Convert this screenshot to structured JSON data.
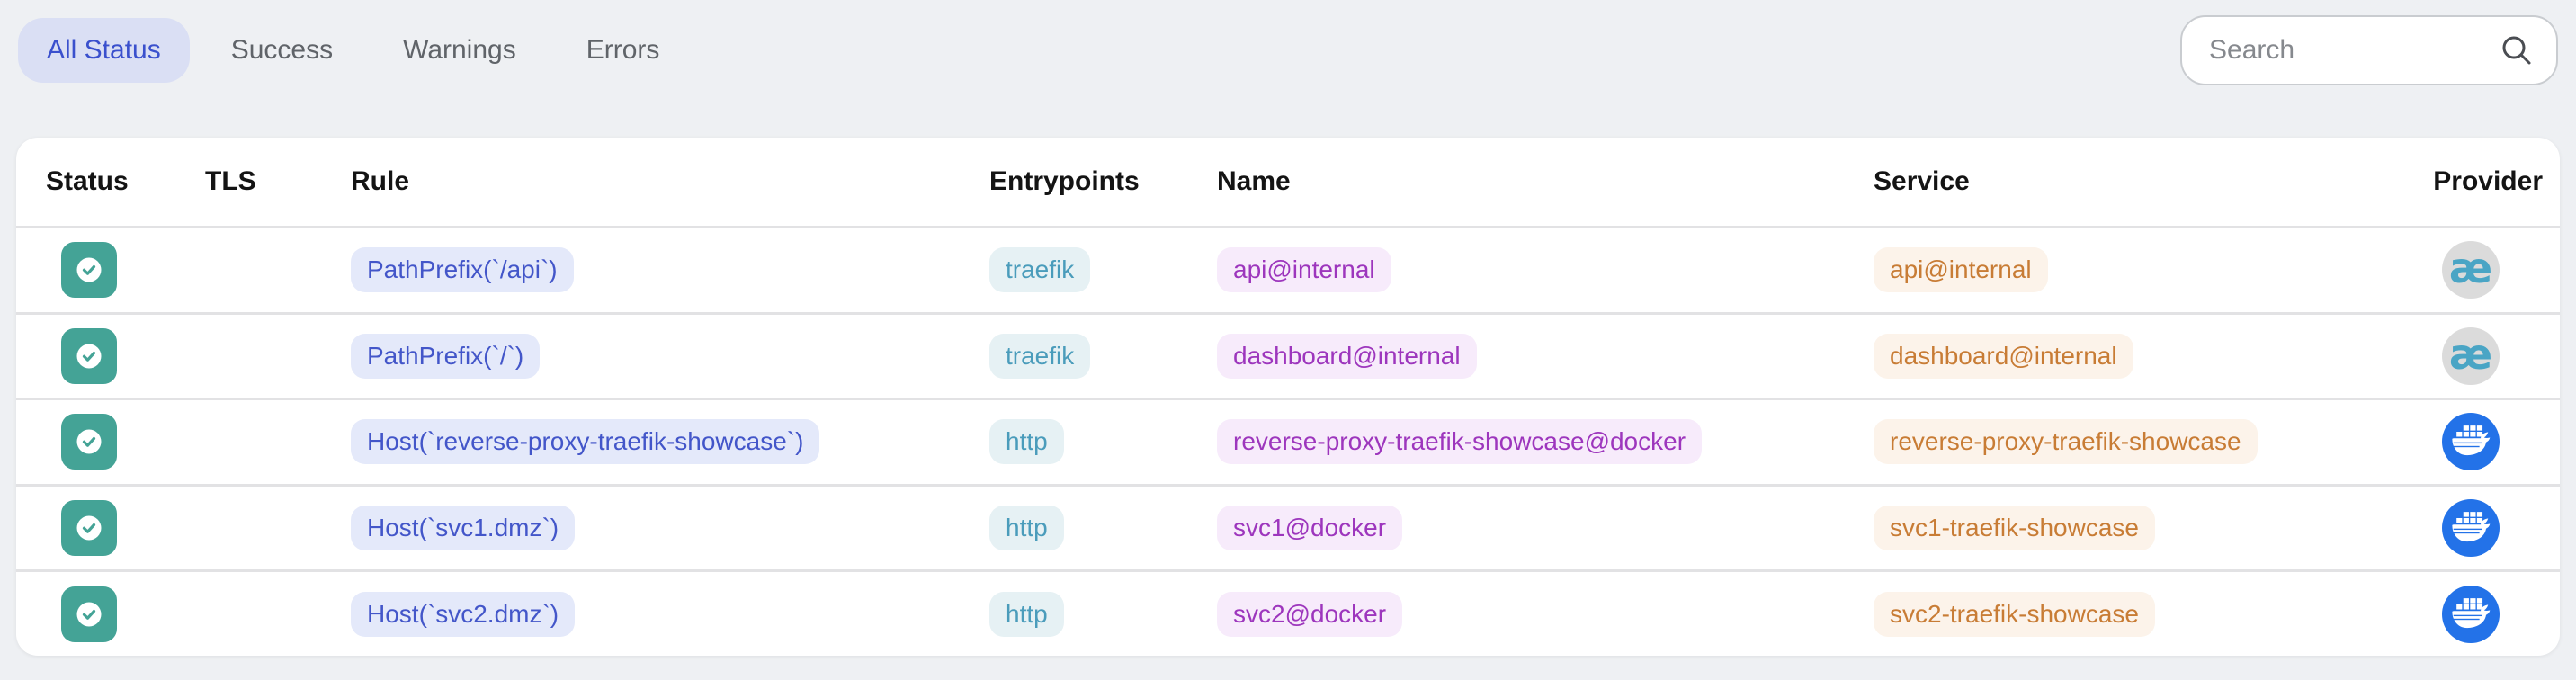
{
  "tabs": {
    "items": [
      {
        "label": "All Status",
        "active": true
      },
      {
        "label": "Success",
        "active": false
      },
      {
        "label": "Warnings",
        "active": false
      },
      {
        "label": "Errors",
        "active": false
      }
    ]
  },
  "search": {
    "placeholder": "Search"
  },
  "table": {
    "columns": {
      "status": "Status",
      "tls": "TLS",
      "rule": "Rule",
      "entrypoints": "Entrypoints",
      "name": "Name",
      "service": "Service",
      "provider": "Provider"
    },
    "rows": [
      {
        "status": "success",
        "tls": "",
        "rule": "PathPrefix(`/api`)",
        "entrypoints": [
          "traefik"
        ],
        "name": "api@internal",
        "service": "api@internal",
        "provider": "traefik"
      },
      {
        "status": "success",
        "tls": "",
        "rule": "PathPrefix(`/`)",
        "entrypoints": [
          "traefik"
        ],
        "name": "dashboard@internal",
        "service": "dashboard@internal",
        "provider": "traefik"
      },
      {
        "status": "success",
        "tls": "",
        "rule": "Host(`reverse-proxy-traefik-showcase`)",
        "entrypoints": [
          "http"
        ],
        "name": "reverse-proxy-traefik-showcase@docker",
        "service": "reverse-proxy-traefik-showcase",
        "provider": "docker"
      },
      {
        "status": "success",
        "tls": "",
        "rule": "Host(`svc1.dmz`)",
        "entrypoints": [
          "http"
        ],
        "name": "svc1@docker",
        "service": "svc1-traefik-showcase",
        "provider": "docker"
      },
      {
        "status": "success",
        "tls": "",
        "rule": "Host(`svc2.dmz`)",
        "entrypoints": [
          "http"
        ],
        "name": "svc2@docker",
        "service": "svc2-traefik-showcase",
        "provider": "docker"
      }
    ]
  },
  "icons": {
    "search": "magnifying-glass",
    "status_success": "check-in-circle",
    "provider_traefik": "traefik-ae-logo",
    "provider_docker": "docker-whale-logo"
  },
  "colors": {
    "page_background": "#eef0f3",
    "active_tab_bg": "#dadff4",
    "active_tab_text": "#3a50cd",
    "status_success": "#44a396",
    "rule_text": "#4356c9",
    "entrypoint_text": "#4a9cbb",
    "name_text": "#9d36bd",
    "service_text": "#c87c35",
    "docker_blue": "#2372e8",
    "traefik_teal": "#4aa5c5"
  }
}
